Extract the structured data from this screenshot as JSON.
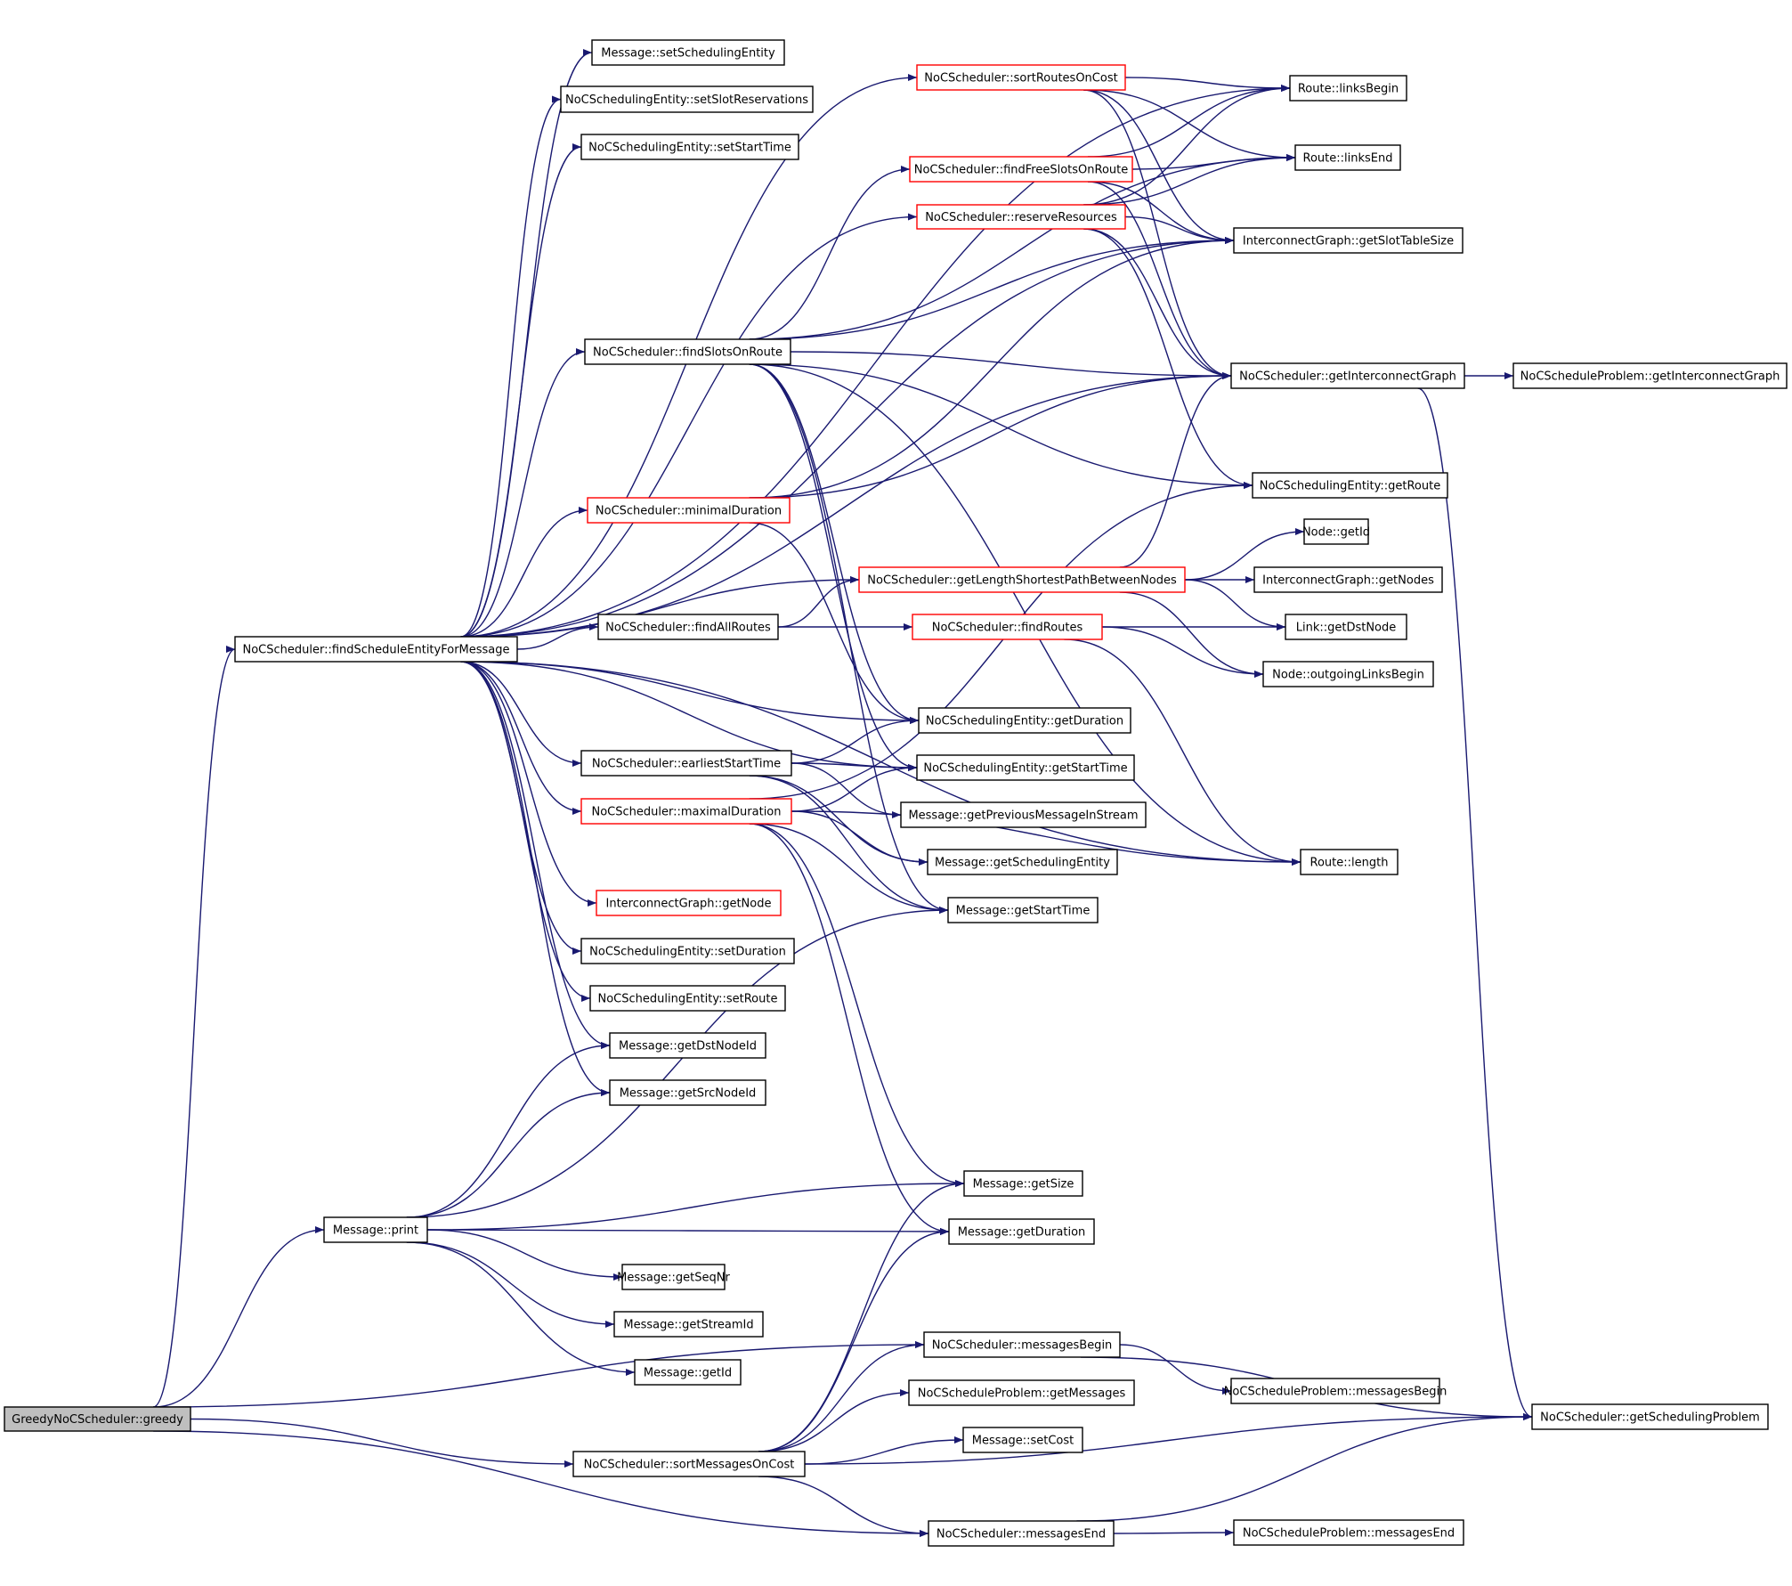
{
  "graph": {
    "title": "Call graph of GreedyNoCScheduler::greedy",
    "colors": {
      "edge": "#191970",
      "node_border": "#000000",
      "node_border_truncated": "#ff0000",
      "root_fill": "#bfbfbf",
      "node_fill": "#ffffff"
    },
    "nodes": [
      {
        "id": "greedy",
        "label": "GreedyNoCScheduler::greedy",
        "style": "root"
      },
      {
        "id": "fsefm",
        "label": "NoCScheduler::findScheduleEntityForMessage",
        "style": "normal"
      },
      {
        "id": "msgSetSE",
        "label": "Message::setSchedulingEntity",
        "style": "normal"
      },
      {
        "id": "seSetSlot",
        "label": "NoCSchedulingEntity::setSlotReservations",
        "style": "normal"
      },
      {
        "id": "seSetStart",
        "label": "NoCSchedulingEntity::setStartTime",
        "style": "normal"
      },
      {
        "id": "sortRoutes",
        "label": "NoCScheduler::sortRoutesOnCost",
        "style": "red"
      },
      {
        "id": "findFree",
        "label": "NoCScheduler::findFreeSlotsOnRoute",
        "style": "red"
      },
      {
        "id": "reserve",
        "label": "NoCScheduler::reserveResources",
        "style": "red"
      },
      {
        "id": "linksBegin",
        "label": "Route::linksBegin",
        "style": "normal"
      },
      {
        "id": "linksEnd",
        "label": "Route::linksEnd",
        "style": "normal"
      },
      {
        "id": "slotTable",
        "label": "InterconnectGraph::getSlotTableSize",
        "style": "normal"
      },
      {
        "id": "findSlots",
        "label": "NoCScheduler::findSlotsOnRoute",
        "style": "normal"
      },
      {
        "id": "getIG",
        "label": "NoCScheduler::getInterconnectGraph",
        "style": "normal"
      },
      {
        "id": "probIG",
        "label": "NoCScheduleProblem::getInterconnectGraph",
        "style": "normal"
      },
      {
        "id": "minDur",
        "label": "NoCScheduler::minimalDuration",
        "style": "red"
      },
      {
        "id": "seGetRoute",
        "label": "NoCSchedulingEntity::getRoute",
        "style": "normal"
      },
      {
        "id": "nodeGetId",
        "label": "Node::getId",
        "style": "normal"
      },
      {
        "id": "shortest",
        "label": "NoCScheduler::getLengthShortestPathBetweenNodes",
        "style": "red"
      },
      {
        "id": "igGetNodes",
        "label": "InterconnectGraph::getNodes",
        "style": "normal"
      },
      {
        "id": "findAll",
        "label": "NoCScheduler::findAllRoutes",
        "style": "normal"
      },
      {
        "id": "findRoutes",
        "label": "NoCScheduler::findRoutes",
        "style": "red"
      },
      {
        "id": "linkDst",
        "label": "Link::getDstNode",
        "style": "normal"
      },
      {
        "id": "outLinks",
        "label": "Node::outgoingLinksBegin",
        "style": "normal"
      },
      {
        "id": "seGetDur",
        "label": "NoCSchedulingEntity::getDuration",
        "style": "normal"
      },
      {
        "id": "earliest",
        "label": "NoCScheduler::earliestStartTime",
        "style": "normal"
      },
      {
        "id": "seGetStart",
        "label": "NoCSchedulingEntity::getStartTime",
        "style": "normal"
      },
      {
        "id": "maxDur",
        "label": "NoCScheduler::maximalDuration",
        "style": "red"
      },
      {
        "id": "msgPrev",
        "label": "Message::getPreviousMessageInStream",
        "style": "normal"
      },
      {
        "id": "msgGetSE",
        "label": "Message::getSchedulingEntity",
        "style": "normal"
      },
      {
        "id": "routeLen",
        "label": "Route::length",
        "style": "normal"
      },
      {
        "id": "igGetNode",
        "label": "InterconnectGraph::getNode",
        "style": "red"
      },
      {
        "id": "msgGetStart",
        "label": "Message::getStartTime",
        "style": "normal"
      },
      {
        "id": "seSetDur",
        "label": "NoCSchedulingEntity::setDuration",
        "style": "normal"
      },
      {
        "id": "seSetRoute",
        "label": "NoCSchedulingEntity::setRoute",
        "style": "normal"
      },
      {
        "id": "msgDst",
        "label": "Message::getDstNodeId",
        "style": "normal"
      },
      {
        "id": "msgSrc",
        "label": "Message::getSrcNodeId",
        "style": "normal"
      },
      {
        "id": "msgSize",
        "label": "Message::getSize",
        "style": "normal"
      },
      {
        "id": "msgPrint",
        "label": "Message::print",
        "style": "normal"
      },
      {
        "id": "msgDur",
        "label": "Message::getDuration",
        "style": "normal"
      },
      {
        "id": "msgSeq",
        "label": "Message::getSeqNr",
        "style": "normal"
      },
      {
        "id": "msgStream",
        "label": "Message::getStreamId",
        "style": "normal"
      },
      {
        "id": "msgId",
        "label": "Message::getId",
        "style": "normal"
      },
      {
        "id": "msgsBegin",
        "label": "NoCScheduler::messagesBegin",
        "style": "normal"
      },
      {
        "id": "probGetMsgs",
        "label": "NoCScheduleProblem::getMessages",
        "style": "normal"
      },
      {
        "id": "probMsgsBegin",
        "label": "NoCScheduleProblem::messagesBegin",
        "style": "normal"
      },
      {
        "id": "getSchedProb",
        "label": "NoCScheduler::getSchedulingProblem",
        "style": "normal"
      },
      {
        "id": "msgSetCost",
        "label": "Message::setCost",
        "style": "normal"
      },
      {
        "id": "sortMsgs",
        "label": "NoCScheduler::sortMessagesOnCost",
        "style": "normal"
      },
      {
        "id": "msgsEnd",
        "label": "NoCScheduler::messagesEnd",
        "style": "normal"
      },
      {
        "id": "probMsgsEnd",
        "label": "NoCScheduleProblem::messagesEnd",
        "style": "normal"
      }
    ],
    "edges": [
      [
        "greedy",
        "fsefm"
      ],
      [
        "greedy",
        "msgPrint"
      ],
      [
        "greedy",
        "msgsBegin"
      ],
      [
        "greedy",
        "sortMsgs"
      ],
      [
        "greedy",
        "msgsEnd"
      ],
      [
        "fsefm",
        "msgSetSE"
      ],
      [
        "fsefm",
        "seSetSlot"
      ],
      [
        "fsefm",
        "seSetStart"
      ],
      [
        "fsefm",
        "sortRoutes"
      ],
      [
        "fsefm",
        "reserve"
      ],
      [
        "fsefm",
        "linksBegin"
      ],
      [
        "fsefm",
        "slotTable"
      ],
      [
        "fsefm",
        "findSlots"
      ],
      [
        "fsefm",
        "getIG"
      ],
      [
        "fsefm",
        "minDur"
      ],
      [
        "fsefm",
        "shortest"
      ],
      [
        "fsefm",
        "findAll"
      ],
      [
        "fsefm",
        "seGetDur"
      ],
      [
        "fsefm",
        "seGetStart"
      ],
      [
        "fsefm",
        "earliest"
      ],
      [
        "fsefm",
        "maxDur"
      ],
      [
        "fsefm",
        "igGetNode"
      ],
      [
        "fsefm",
        "seSetDur"
      ],
      [
        "fsefm",
        "seSetRoute"
      ],
      [
        "fsefm",
        "msgDst"
      ],
      [
        "fsefm",
        "msgSrc"
      ],
      [
        "fsefm",
        "routeLen"
      ],
      [
        "sortRoutes",
        "linksBegin"
      ],
      [
        "sortRoutes",
        "linksEnd"
      ],
      [
        "sortRoutes",
        "slotTable"
      ],
      [
        "sortRoutes",
        "getIG"
      ],
      [
        "findFree",
        "linksBegin"
      ],
      [
        "findFree",
        "linksEnd"
      ],
      [
        "findFree",
        "slotTable"
      ],
      [
        "findFree",
        "getIG"
      ],
      [
        "reserve",
        "linksBegin"
      ],
      [
        "reserve",
        "linksEnd"
      ],
      [
        "reserve",
        "slotTable"
      ],
      [
        "reserve",
        "getIG"
      ],
      [
        "reserve",
        "seGetRoute"
      ],
      [
        "findSlots",
        "findFree"
      ],
      [
        "findSlots",
        "linksEnd"
      ],
      [
        "findSlots",
        "slotTable"
      ],
      [
        "findSlots",
        "getIG"
      ],
      [
        "findSlots",
        "seGetRoute"
      ],
      [
        "findSlots",
        "seGetDur"
      ],
      [
        "findSlots",
        "seGetStart"
      ],
      [
        "findSlots",
        "msgGetStart"
      ],
      [
        "findSlots",
        "routeLen"
      ],
      [
        "getIG",
        "probIG"
      ],
      [
        "getIG",
        "getSchedProb"
      ],
      [
        "minDur",
        "slotTable"
      ],
      [
        "minDur",
        "getIG"
      ],
      [
        "minDur",
        "seGetDur"
      ],
      [
        "shortest",
        "getIG"
      ],
      [
        "shortest",
        "nodeGetId"
      ],
      [
        "shortest",
        "igGetNodes"
      ],
      [
        "shortest",
        "linkDst"
      ],
      [
        "shortest",
        "outLinks"
      ],
      [
        "findAll",
        "shortest"
      ],
      [
        "findAll",
        "findRoutes"
      ],
      [
        "findRoutes",
        "linkDst"
      ],
      [
        "findRoutes",
        "outLinks"
      ],
      [
        "findRoutes",
        "routeLen"
      ],
      [
        "earliest",
        "seGetDur"
      ],
      [
        "earliest",
        "seGetStart"
      ],
      [
        "earliest",
        "msgPrev"
      ],
      [
        "earliest",
        "msgGetSE"
      ],
      [
        "earliest",
        "msgGetStart"
      ],
      [
        "maxDur",
        "seGetStart"
      ],
      [
        "maxDur",
        "msgGetSE"
      ],
      [
        "maxDur",
        "msgGetStart"
      ],
      [
        "maxDur",
        "msgSize"
      ],
      [
        "maxDur",
        "seGetRoute"
      ],
      [
        "maxDur",
        "routeLen"
      ],
      [
        "maxDur",
        "msgDur"
      ],
      [
        "msgPrint",
        "msgDst"
      ],
      [
        "msgPrint",
        "msgSrc"
      ],
      [
        "msgPrint",
        "msgGetStart"
      ],
      [
        "msgPrint",
        "msgSize"
      ],
      [
        "msgPrint",
        "msgDur"
      ],
      [
        "msgPrint",
        "msgSeq"
      ],
      [
        "msgPrint",
        "msgStream"
      ],
      [
        "msgPrint",
        "msgId"
      ],
      [
        "msgsBegin",
        "probMsgsBegin"
      ],
      [
        "msgsBegin",
        "getSchedProb"
      ],
      [
        "sortMsgs",
        "msgSize"
      ],
      [
        "sortMsgs",
        "msgDur"
      ],
      [
        "sortMsgs",
        "msgsBegin"
      ],
      [
        "sortMsgs",
        "probGetMsgs"
      ],
      [
        "sortMsgs",
        "msgSetCost"
      ],
      [
        "sortMsgs",
        "getSchedProb"
      ],
      [
        "sortMsgs",
        "msgsEnd"
      ],
      [
        "msgsEnd",
        "probMsgsEnd"
      ],
      [
        "msgsEnd",
        "getSchedProb"
      ]
    ]
  }
}
